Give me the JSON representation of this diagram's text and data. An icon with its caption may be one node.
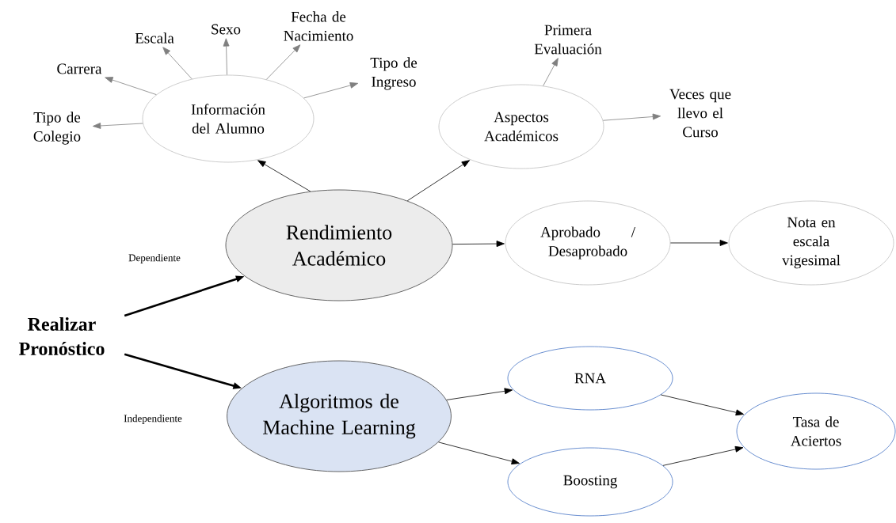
{
  "diagram": {
    "nodes": [
      {
        "text": [
          "Realizar Pronóstico"
        ]
      },
      {
        "text": [
          "Rendimiento Académico"
        ]
      },
      {
        "text": [
          "Información del Alumno"
        ]
      },
      {
        "text": [
          "Tipo de Colegio"
        ]
      },
      {
        "text": [
          "Carrera"
        ]
      },
      {
        "text": [
          "Escala"
        ]
      },
      {
        "text": [
          "Sexo"
        ]
      },
      {
        "text": [
          "Fecha de Nacimiento"
        ]
      },
      {
        "text": [
          "Tipo de Ingreso"
        ]
      },
      {
        "text": [
          "Aspectos Académicos"
        ]
      },
      {
        "text": [
          "Primera Evaluación"
        ]
      },
      {
        "text": [
          "Veces que llevo el Curso"
        ]
      },
      {
        "text": [
          "Aprobado / Desaprobado"
        ]
      },
      {
        "text": [
          "Nota en escala vigesimal"
        ]
      },
      {
        "text": [
          "Algoritmos de Machine Learning"
        ]
      },
      {
        "text": [
          "RNA"
        ]
      },
      {
        "text": [
          "Boosting"
        ]
      },
      {
        "text": [
          "Tasa de Aciertos"
        ]
      }
    ],
    "edges": [
      {
        "from": 0,
        "to": 1,
        "arrow": "to",
        "label": "Dependiente",
        "style": "thick"
      },
      {
        "from": 0,
        "to": 14,
        "arrow": "to",
        "label": "Independiente",
        "style": "thick"
      },
      {
        "from": 1,
        "to": 2,
        "arrow": "to"
      },
      {
        "from": 2,
        "to": 3,
        "arrow": "to",
        "color": "#808080"
      },
      {
        "from": 2,
        "to": 4,
        "arrow": "to",
        "color": "#808080"
      },
      {
        "from": 2,
        "to": 5,
        "arrow": "to",
        "color": "#808080"
      },
      {
        "from": 2,
        "to": 6,
        "arrow": "to",
        "color": "#808080"
      },
      {
        "from": 2,
        "to": 7,
        "arrow": "to",
        "color": "#808080"
      },
      {
        "from": 2,
        "to": 8,
        "arrow": "to",
        "color": "#808080"
      },
      {
        "from": 1,
        "to": 9,
        "arrow": "to"
      },
      {
        "from": 9,
        "to": 10,
        "arrow": "to",
        "color": "#808080"
      },
      {
        "from": 9,
        "to": 11,
        "arrow": "to",
        "color": "#808080"
      },
      {
        "from": 1,
        "to": 12,
        "arrow": "to"
      },
      {
        "from": 12,
        "to": 13,
        "arrow": "to"
      },
      {
        "from": 14,
        "to": 15,
        "arrow": "to"
      },
      {
        "from": 14,
        "to": 16,
        "arrow": "to"
      },
      {
        "from": 15,
        "to": 17,
        "arrow": "to"
      },
      {
        "from": 16,
        "to": 17,
        "arrow": "to"
      }
    ]
  }
}
